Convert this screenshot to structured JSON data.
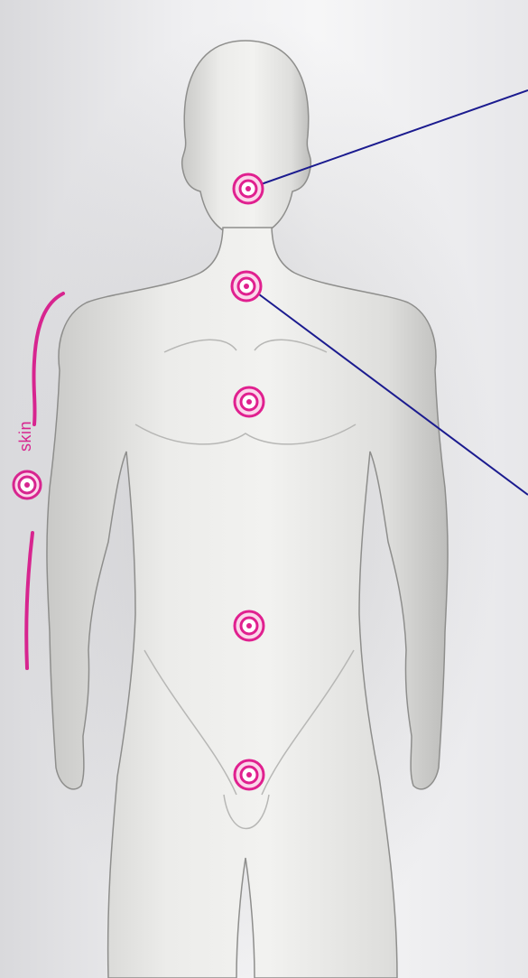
{
  "figure": {
    "skin_label": "skin",
    "marker_color": "#e0208f",
    "line_color": "#1b1b8f",
    "body_color": "#e8e8e6",
    "markers": [
      {
        "id": "mouth",
        "name": "mouth-marker"
      },
      {
        "id": "throat",
        "name": "throat-marker"
      },
      {
        "id": "chest",
        "name": "chest-marker"
      },
      {
        "id": "navel",
        "name": "navel-marker"
      },
      {
        "id": "groin",
        "name": "groin-marker"
      }
    ]
  }
}
